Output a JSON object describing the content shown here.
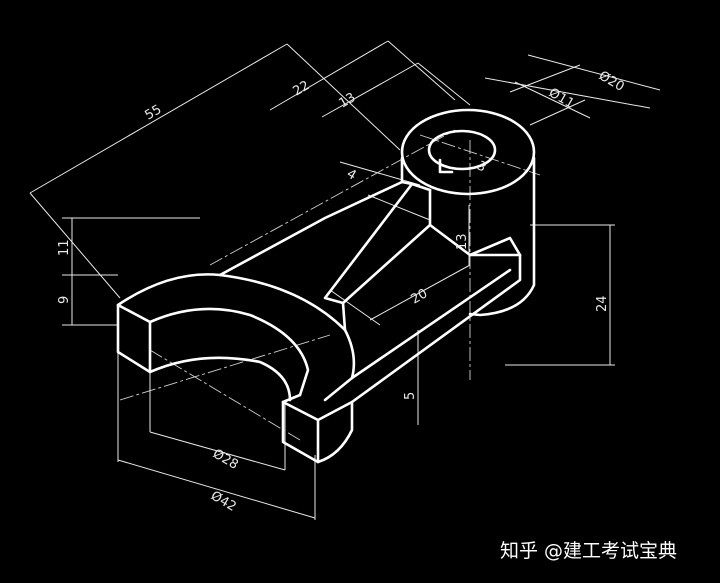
{
  "drawing": {
    "background": "#000000",
    "line_color": "#ffffff"
  },
  "dimensions": {
    "d55": "55",
    "d22": "22",
    "d13_top": "13",
    "d20_dia": "Ø20",
    "d11_dia": "Ø11",
    "d3": "3",
    "d4": "4",
    "d11_left": "11",
    "d9": "9",
    "d13_side": "13",
    "d24": "24",
    "d20": "20",
    "d5": "5",
    "d28_dia": "Ø28",
    "d42_dia": "Ø42"
  },
  "watermark": "知乎 @建工考试宝典"
}
